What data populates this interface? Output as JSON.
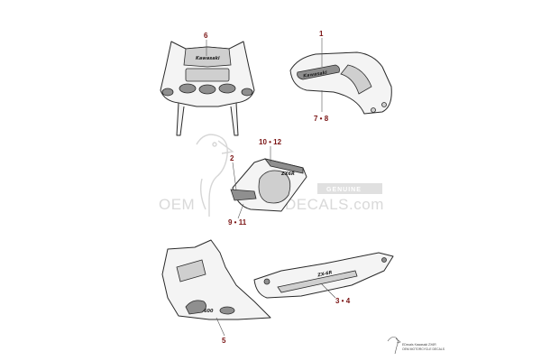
{
  "callouts": {
    "c6": "6",
    "c1": "1",
    "c78": "7 • 8",
    "c1012": "10 • 12",
    "c2": "2",
    "c911": "9 • 11",
    "c34": "3 • 4",
    "c5": "5"
  },
  "decals": {
    "fairing_brand": "Kawasaki",
    "tank_brand": "Kawasaki",
    "seat_model": "ZX6R",
    "lower_model": "ZX-6R",
    "belly_model": "600"
  },
  "watermark": {
    "left": "OEM",
    "right": "DECALS.com",
    "box": "GENUINE",
    "small": "Kawasaki"
  },
  "footer": {
    "line1": "EDecals Kawasaki ZX6R",
    "line2": "OEM MOTORCYCLE DECALS"
  },
  "colors": {
    "callout": "#7a1414",
    "line": "#2a2a2a",
    "watermark": "#d9d9d9"
  }
}
